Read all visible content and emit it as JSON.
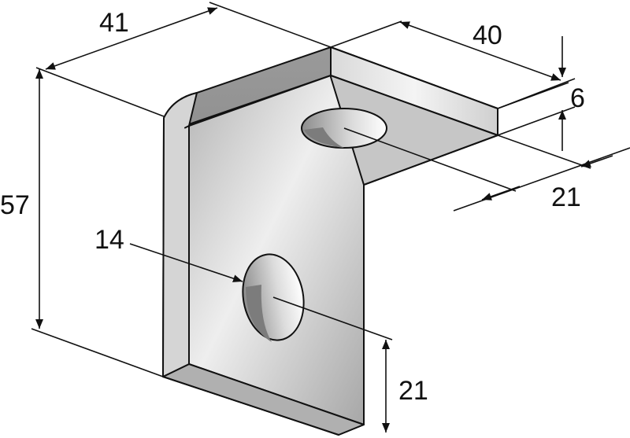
{
  "dimensions": {
    "width_top": "41",
    "depth": "40",
    "thickness": "6",
    "hole_offset_top": "21",
    "height": "57",
    "hole_diameter": "14",
    "hole_offset_front": "21"
  },
  "colors": {
    "line": "#111111",
    "metal_light": "#f2f2f2",
    "metal_mid": "#c9c9c9",
    "metal_dark": "#8e8e8e",
    "hole_shadow": "#9a9a9a"
  }
}
